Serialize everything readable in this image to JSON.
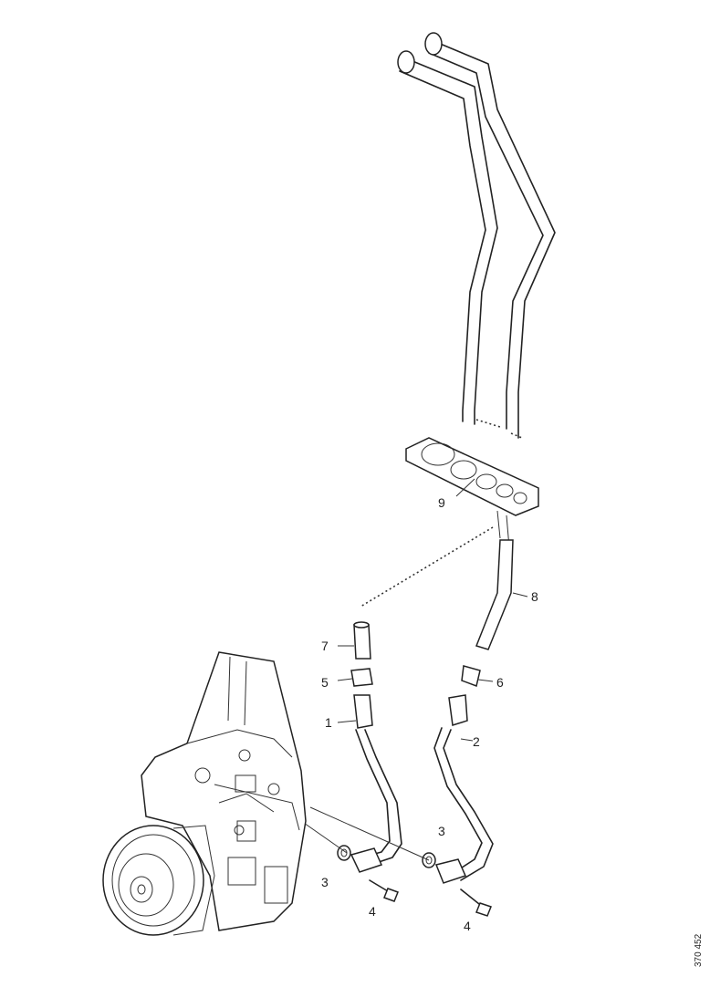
{
  "figure_id": "370 452",
  "callouts": [
    "1",
    "2",
    "3",
    "3",
    "4",
    "4",
    "5",
    "6",
    "7",
    "8",
    "9"
  ],
  "colors": {
    "line": "#222222",
    "background": "#ffffff"
  }
}
